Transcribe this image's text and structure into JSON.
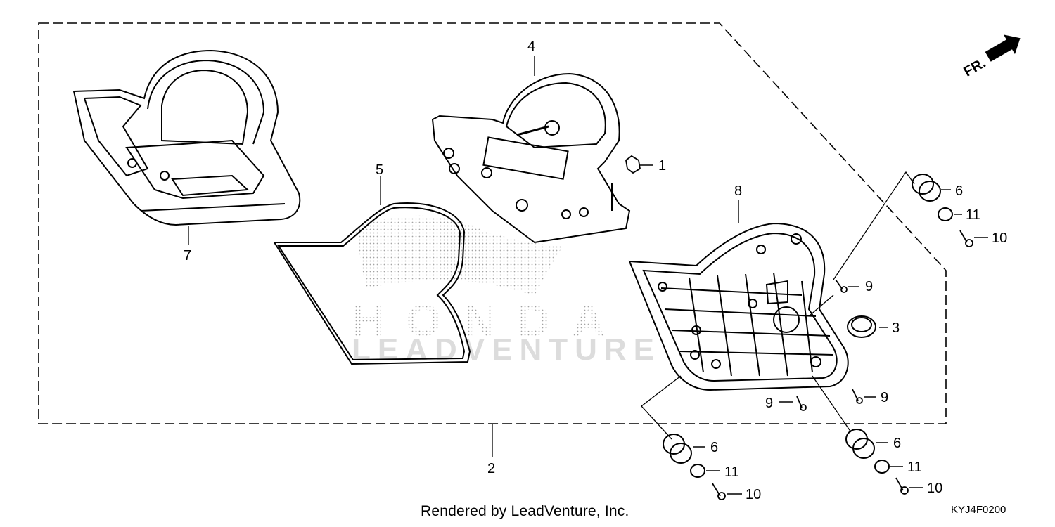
{
  "diagram": {
    "part_labels": [
      "1",
      "2",
      "3",
      "4",
      "5",
      "6",
      "6",
      "6",
      "7",
      "8",
      "9",
      "9",
      "9",
      "10",
      "10",
      "10",
      "11",
      "11",
      "11"
    ],
    "direction_label": "FR.",
    "watermark": {
      "brand": "HONDA",
      "vendor": "LEADVENTURE"
    },
    "footer_text": "Rendered by LeadVenture, Inc.",
    "diagram_code": "KYJ4F0200"
  }
}
